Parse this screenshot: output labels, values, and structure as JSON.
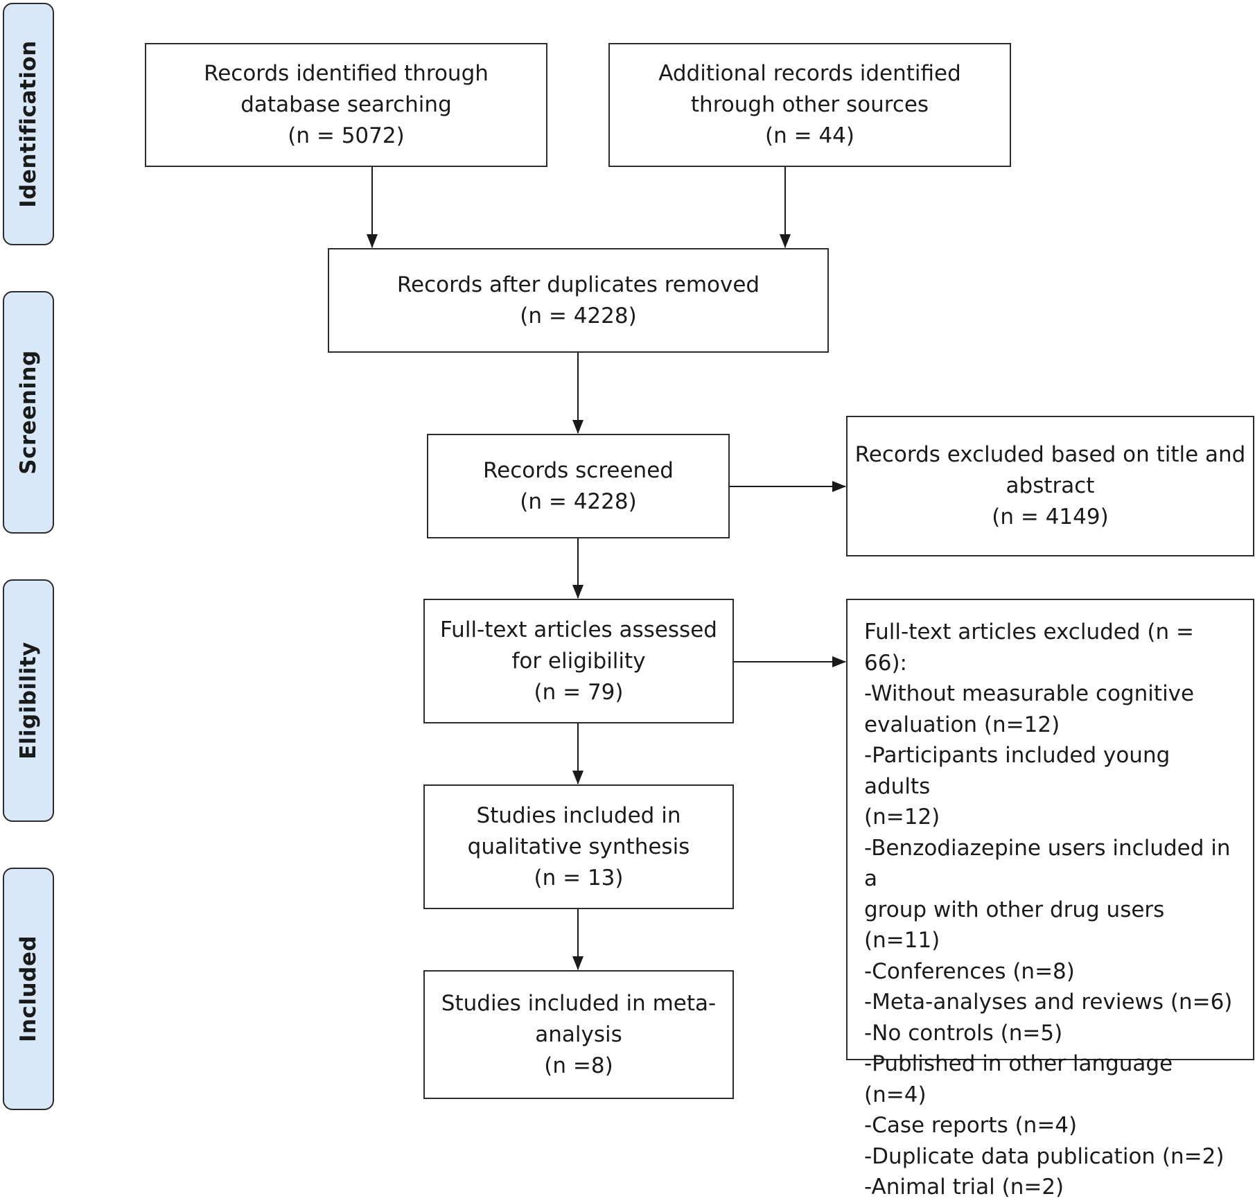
{
  "phases": {
    "identification": "Identification",
    "screening": "Screening",
    "eligibility": "Eligibility",
    "included": "Included"
  },
  "boxes": {
    "db_search": {
      "line1": "Records identified through",
      "line2": "database searching",
      "count": "(n = 5072)"
    },
    "other_sources": {
      "line1": "Additional records identified",
      "line2": "through other sources",
      "count": "(n = 44)"
    },
    "dedup": {
      "line1": "Records after duplicates removed",
      "count": "(n = 4228)"
    },
    "screened": {
      "line1": "Records screened",
      "count": "(n = 4228)"
    },
    "excluded_title": {
      "line1": "Records excluded based on title and",
      "line2": "abstract",
      "count": "(n = 4149)"
    },
    "fulltext": {
      "line1": "Full-text articles assessed",
      "line2": "for eligibility",
      "count": "(n = 79)"
    },
    "qualitative": {
      "line1": "Studies included in",
      "line2": "qualitative synthesis",
      "count": "(n = 13)"
    },
    "meta": {
      "line1": "Studies included in meta-",
      "line2": "analysis",
      "count": "(n =8)"
    }
  },
  "fulltext_excluded": {
    "lines": [
      "Full-text articles excluded (n = 66):",
      "-Without measurable cognitive",
      "evaluation (n=12)",
      "-Participants included young adults",
      "(n=12)",
      "-Benzodiazepine users included in a",
      "group with other drug users (n=11)",
      "-Conferences (n=8)",
      "-Meta-analyses and reviews (n=6)",
      "-No controls (n=5)",
      "-Published in other language (n=4)",
      "-Case reports (n=4)",
      "-Duplicate data publication (n=2)",
      "-Animal trial (n=2)"
    ]
  }
}
